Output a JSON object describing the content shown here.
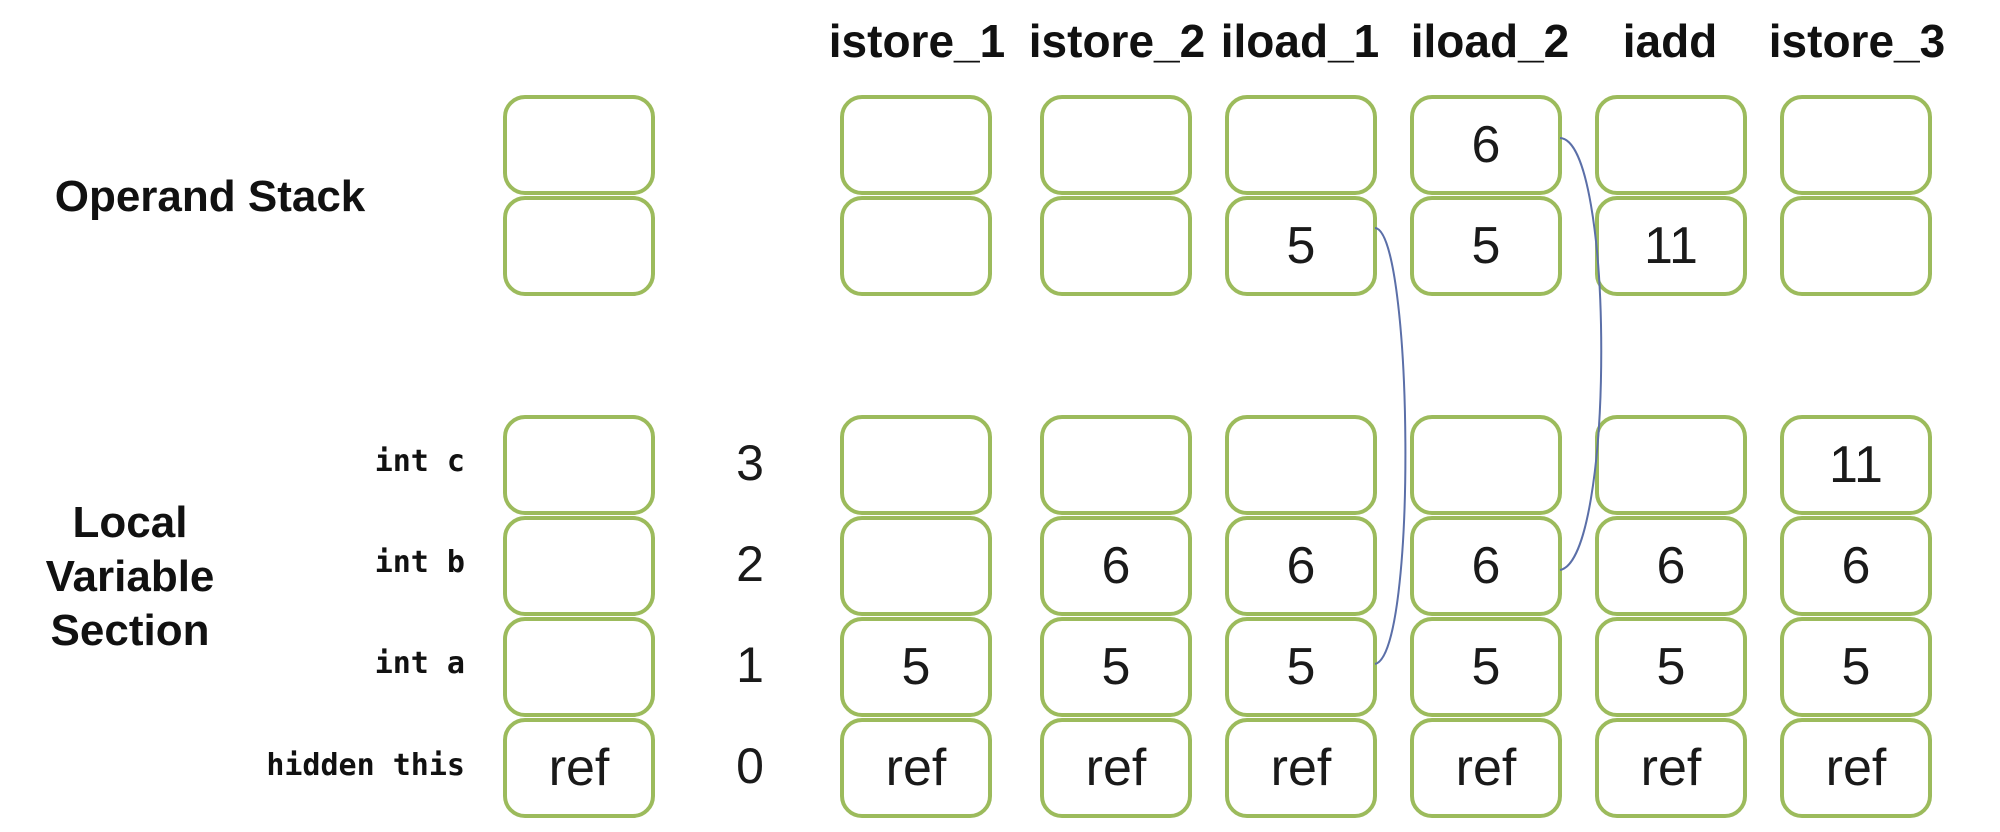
{
  "columns": [
    {
      "header": "",
      "stack": [
        "",
        ""
      ],
      "locals": [
        "",
        "",
        "",
        "ref"
      ]
    },
    {
      "header": "istore_1",
      "stack": [
        "",
        ""
      ],
      "locals": [
        "",
        "",
        "5",
        "ref"
      ]
    },
    {
      "header": "istore_2",
      "stack": [
        "",
        ""
      ],
      "locals": [
        "",
        "6",
        "5",
        "ref"
      ]
    },
    {
      "header": "iload_1",
      "stack": [
        "",
        "5"
      ],
      "locals": [
        "",
        "6",
        "5",
        "ref"
      ]
    },
    {
      "header": "iload_2",
      "stack": [
        "6",
        "5"
      ],
      "locals": [
        "",
        "6",
        "5",
        "ref"
      ]
    },
    {
      "header": "iadd",
      "stack": [
        "",
        "11"
      ],
      "locals": [
        "",
        "6",
        "5",
        "ref"
      ]
    },
    {
      "header": "istore_3",
      "stack": [
        "",
        ""
      ],
      "locals": [
        "11",
        "6",
        "5",
        "ref"
      ]
    }
  ],
  "labels": {
    "operand_stack": "Operand Stack",
    "local_section": [
      "Local",
      "Variable",
      "Section"
    ]
  },
  "variables": [
    {
      "name": "int c",
      "index": "3"
    },
    {
      "name": "int b",
      "index": "2"
    },
    {
      "name": "int a",
      "index": "1"
    },
    {
      "name": "hidden this",
      "index": "0"
    }
  ],
  "colors": {
    "cell_border": "#9cbb5c",
    "arrow": "#5b6fa8"
  }
}
